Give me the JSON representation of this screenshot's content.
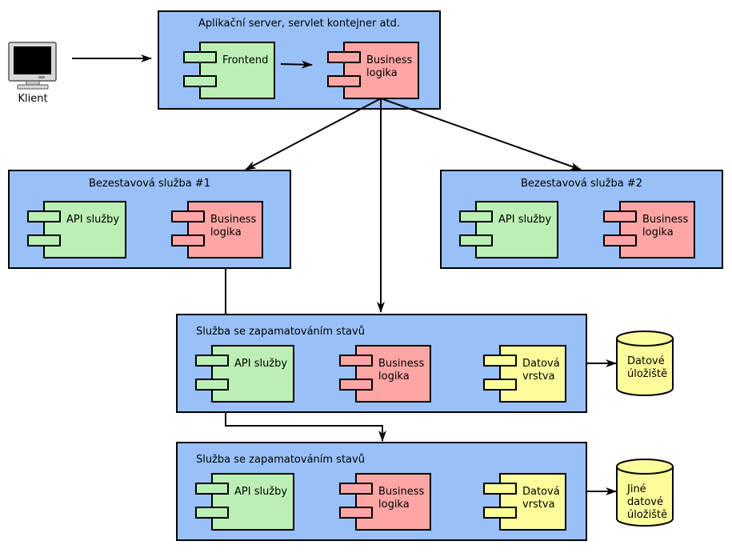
{
  "colors": {
    "container": "#99c0f7",
    "api_component": "#bcefb6",
    "business_component": "#fea6a6",
    "data_component": "#fdfc9b",
    "storage": "#fdfc9b"
  },
  "client": {
    "icon": "monitor-icon",
    "label": "Klient"
  },
  "app_server": {
    "title": "Aplikační server, servlet kontejner atd.",
    "frontend": [
      "Frontend"
    ],
    "business": [
      "Business",
      "logika"
    ]
  },
  "stateless_1": {
    "title": "Bezestavová služba #1",
    "api": [
      "API služby"
    ],
    "business": [
      "Business",
      "logika"
    ]
  },
  "stateless_2": {
    "title": "Bezestavová služba #2",
    "api": [
      "API služby"
    ],
    "business": [
      "Business",
      "logika"
    ]
  },
  "stateful_1": {
    "title": "Služba se zapamatováním stavů",
    "api": [
      "API služby"
    ],
    "business": [
      "Business",
      "logika"
    ],
    "data": [
      "Datová",
      "vrstva"
    ]
  },
  "stateful_2": {
    "title": "Služba se zapamatováním stavů",
    "api": [
      "API služby"
    ],
    "business": [
      "Business",
      "logika"
    ],
    "data": [
      "Datová",
      "vrstva"
    ]
  },
  "storage_1": {
    "icon": "database-icon",
    "label": [
      "Datové",
      "úložiště"
    ]
  },
  "storage_2": {
    "icon": "database-icon",
    "label": [
      "Jiné",
      "datové",
      "úložiště"
    ]
  }
}
